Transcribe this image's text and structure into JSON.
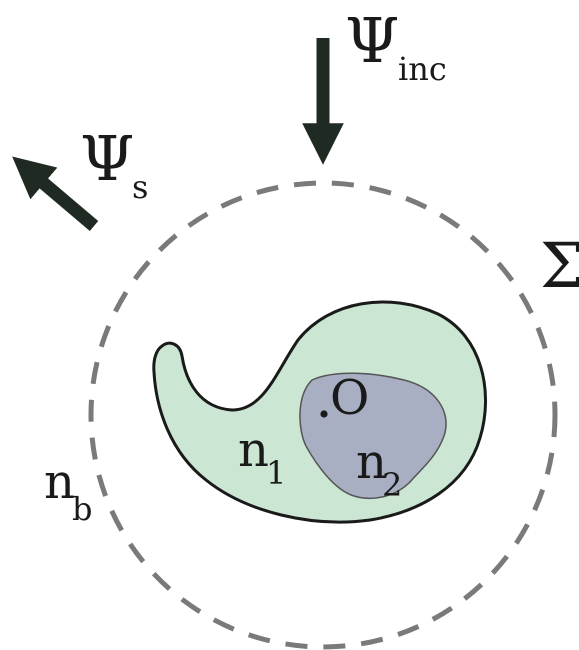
{
  "labels": {
    "psi_inc_symbol": "Ψ",
    "psi_inc_sub": "inc",
    "psi_s_symbol": "Ψ",
    "psi_s_sub": "s",
    "sigma": "Σ",
    "n1_main": "n",
    "n1_sub": "1",
    "n2_main": "n",
    "n2_sub": "2",
    "nb_main": "n",
    "nb_sub": "b",
    "origin": "O"
  },
  "colors": {
    "outer_region_fill": "#cbe6d3",
    "inner_region_fill": "#a9afc3",
    "outline": "#1a1a1a",
    "inner_outline": "#555555",
    "boundary_dash": "#7a7a7a",
    "arrow": "#1f2b22"
  }
}
